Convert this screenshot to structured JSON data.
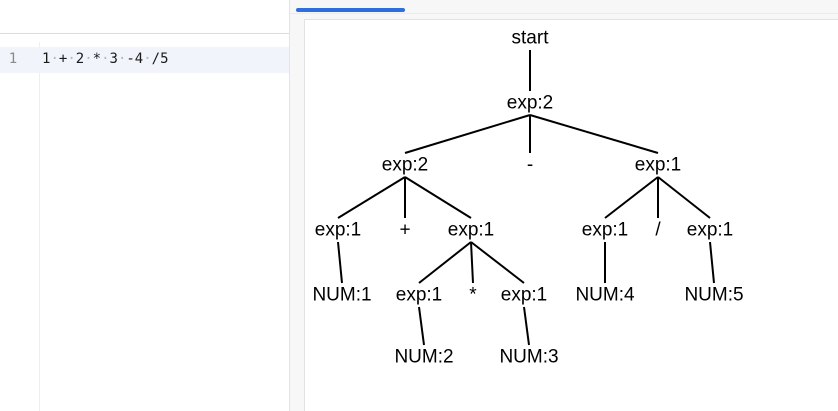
{
  "editor": {
    "line_number": "1",
    "code_tokens": [
      "1",
      "+",
      "2",
      "*",
      "3",
      "-4",
      "/5"
    ]
  },
  "tree": {
    "line_color": "#000000",
    "nodes": [
      {
        "id": "start",
        "label": "start"
      },
      {
        "id": "exp2_root",
        "label": "exp:2"
      },
      {
        "id": "exp2_left",
        "label": "exp:2"
      },
      {
        "id": "minus_op",
        "label": "-"
      },
      {
        "id": "exp1_right",
        "label": "exp:1"
      },
      {
        "id": "exp1_a",
        "label": "exp:1"
      },
      {
        "id": "plus_op",
        "label": "+"
      },
      {
        "id": "exp1_b",
        "label": "exp:1"
      },
      {
        "id": "exp1_c",
        "label": "exp:1"
      },
      {
        "id": "div_op",
        "label": "/"
      },
      {
        "id": "exp1_d",
        "label": "exp:1"
      },
      {
        "id": "num1",
        "label": "NUM:1"
      },
      {
        "id": "exp1_e",
        "label": "exp:1"
      },
      {
        "id": "mul_op",
        "label": "*"
      },
      {
        "id": "exp1_f",
        "label": "exp:1"
      },
      {
        "id": "num4",
        "label": "NUM:4"
      },
      {
        "id": "num5",
        "label": "NUM:5"
      },
      {
        "id": "num2",
        "label": "NUM:2"
      },
      {
        "id": "num3",
        "label": "NUM:3"
      }
    ],
    "edges": [
      [
        "start",
        "exp2_root"
      ],
      [
        "exp2_root",
        "exp2_left"
      ],
      [
        "exp2_root",
        "minus_op"
      ],
      [
        "exp2_root",
        "exp1_right"
      ],
      [
        "exp2_left",
        "exp1_a"
      ],
      [
        "exp2_left",
        "plus_op"
      ],
      [
        "exp2_left",
        "exp1_b"
      ],
      [
        "exp1_right",
        "exp1_c"
      ],
      [
        "exp1_right",
        "div_op"
      ],
      [
        "exp1_right",
        "exp1_d"
      ],
      [
        "exp1_a",
        "num1"
      ],
      [
        "exp1_b",
        "exp1_e"
      ],
      [
        "exp1_b",
        "mul_op"
      ],
      [
        "exp1_b",
        "exp1_f"
      ],
      [
        "exp1_c",
        "num4"
      ],
      [
        "exp1_d",
        "num5"
      ],
      [
        "exp1_e",
        "num2"
      ],
      [
        "exp1_f",
        "num3"
      ]
    ]
  }
}
